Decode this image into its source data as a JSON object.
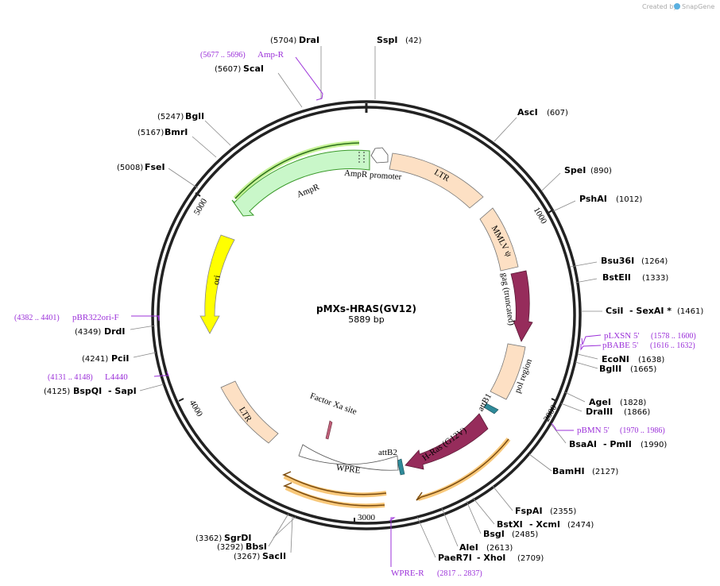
{
  "credit": {
    "text": "Created by",
    "brand": "SnapGene"
  },
  "plasmid": {
    "name": "pMXs-HRAS(GV12)",
    "length": "5889 bp"
  },
  "ticks": [
    "1000",
    "2000",
    "3000",
    "4000",
    "5000"
  ],
  "sites": [
    {
      "name": "DraI",
      "pos": "(5704)"
    },
    {
      "name": "SspI",
      "pos": "(42)"
    },
    {
      "name": "ScaI",
      "pos": "(5607)"
    },
    {
      "name": "AscI",
      "pos": "(607)"
    },
    {
      "name": "BglI",
      "pos": "(5247)"
    },
    {
      "name": "BmrI",
      "pos": "(5167)"
    },
    {
      "name": "SpeI",
      "pos": "(890)"
    },
    {
      "name": "FseI",
      "pos": "(5008)"
    },
    {
      "name": "PshAI",
      "pos": "(1012)"
    },
    {
      "name": "Bsu36I",
      "pos": "(1264)"
    },
    {
      "name": "BstEII",
      "pos": "(1333)"
    },
    {
      "name": "CsiI",
      "name2": "- SexAI *",
      "pos": "(1461)"
    },
    {
      "name": "DrdI",
      "pos": "(4349)"
    },
    {
      "name": "PciI",
      "pos": "(4241)"
    },
    {
      "name": "EcoNI",
      "pos": "(1638)"
    },
    {
      "name": "BglII",
      "pos": "(1665)"
    },
    {
      "name": "BspQI",
      "name2": "- SapI",
      "pos": "(4125)"
    },
    {
      "name": "AgeI",
      "pos": "(1828)"
    },
    {
      "name": "DraIII",
      "pos": "(1866)"
    },
    {
      "name": "BsaAI",
      "name2": "- PmlI",
      "pos": "(1990)"
    },
    {
      "name": "BamHI",
      "pos": "(2127)"
    },
    {
      "name": "FspAI",
      "pos": "(2355)"
    },
    {
      "name": "BstXI",
      "name2": "- XcmI",
      "pos": "(2474)"
    },
    {
      "name": "BsgI",
      "pos": "(2485)"
    },
    {
      "name": "SgrDI",
      "pos": "(3362)"
    },
    {
      "name": "BbsI",
      "pos": "(3292)"
    },
    {
      "name": "SacII",
      "pos": "(3267)"
    },
    {
      "name": "AleI",
      "pos": "(2613)"
    },
    {
      "name": "PaeR7I",
      "name2": "- XhoI",
      "pos": "(2709)"
    }
  ],
  "primers": [
    {
      "name": "Amp-R",
      "pos": "(5677 .. 5696)"
    },
    {
      "name": "pBR322ori-F",
      "pos": "(4382 .. 4401)"
    },
    {
      "name": "L4440",
      "pos": "(4131 .. 4148)"
    },
    {
      "name": "pLXSN 5'",
      "pos": "(1578 .. 1600)"
    },
    {
      "name": "pBABE 5'",
      "pos": "(1616 .. 1632)"
    },
    {
      "name": "pBMN 5'",
      "pos": "(1970 .. 1986)"
    },
    {
      "name": "WPRE-R",
      "pos": "(2817 .. 2837)"
    }
  ],
  "features": [
    {
      "name": "LTR",
      "color": "#fde0c4"
    },
    {
      "name": "MMLV ψ",
      "color": "#fde0c4"
    },
    {
      "name": "gag (truncated)",
      "color": "#962c5b"
    },
    {
      "name": "pol region",
      "color": "#fde0c4"
    },
    {
      "name": "attB1",
      "color": "#2e8a99"
    },
    {
      "name": "H-Ras (G12V)",
      "color": "#962c5b"
    },
    {
      "name": "attB2",
      "color": "#2e8a99"
    },
    {
      "name": "Factor Xa site",
      "color": "#c0607a"
    },
    {
      "name": "WPRE",
      "color": "#ffffff"
    },
    {
      "name": "LTR",
      "color": "#fde0c4"
    },
    {
      "name": "ori",
      "color": "#ffff00"
    },
    {
      "name": "AmpR",
      "color": "#c9f7c9"
    },
    {
      "name": "AmpR promoter",
      "color": "#ffffff"
    }
  ]
}
